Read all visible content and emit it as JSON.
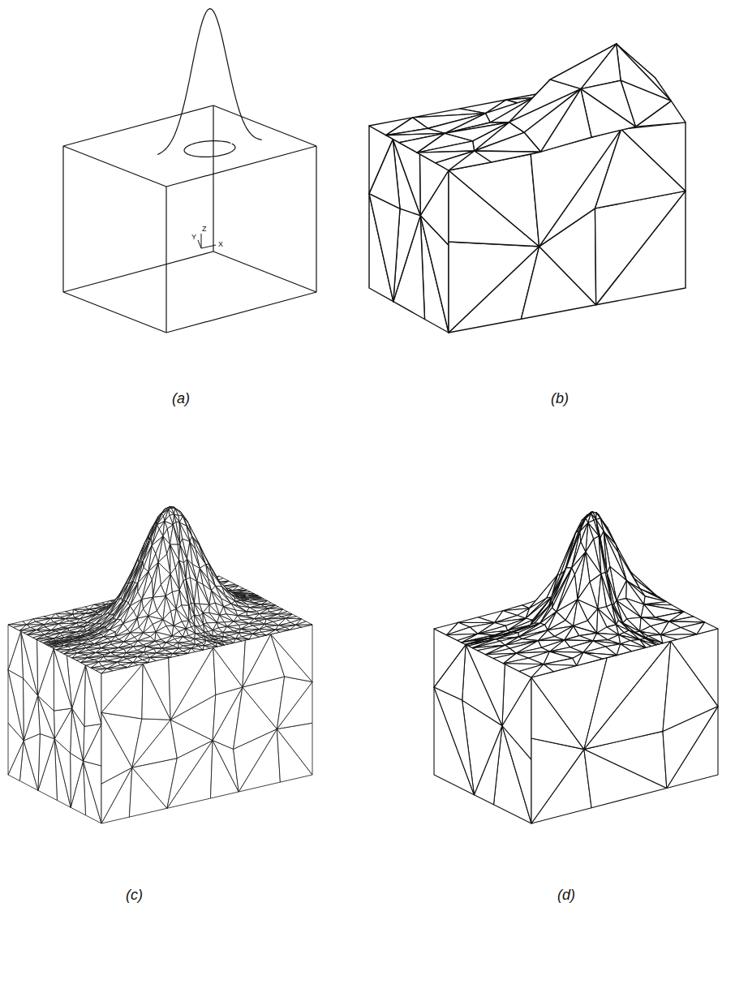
{
  "diagram": {
    "labels": [
      "Z",
      "Y",
      "X",
      "(a)",
      "(b)",
      "(c)",
      "(d)"
    ]
  }
}
